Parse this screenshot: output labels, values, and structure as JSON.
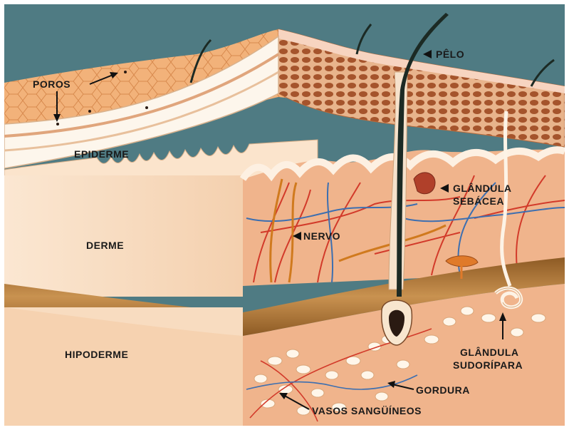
{
  "labels": {
    "poros": "POROS",
    "pelo": "PÊLO",
    "epiderme": "EPIDERME",
    "derme": "DERME",
    "hipoderme": "HIPODERME",
    "nervo": "NERVO",
    "glandula_sebacea_1": "GLÂNDULA",
    "glandula_sebacea_2": "SEBÁCEA",
    "glandula_sudoripara_1": "GLÂNDULA",
    "glandula_sudoripara_2": "SUDORÍPARA",
    "gordura": "GORDURA",
    "vasos": "VASOS SANGÜÍNEOS"
  },
  "colors": {
    "background": "#4f7b83",
    "skin_surface": "#f2b27a",
    "derme_side": "#f6d7b8",
    "derme_section": "#f0b48c",
    "hipoderme": "#f4c9a4",
    "fat_band": "#b07a3e",
    "vessel_red": "#d23a2a",
    "vessel_blue": "#3d6fb0",
    "nerve": "#d07a1e"
  }
}
